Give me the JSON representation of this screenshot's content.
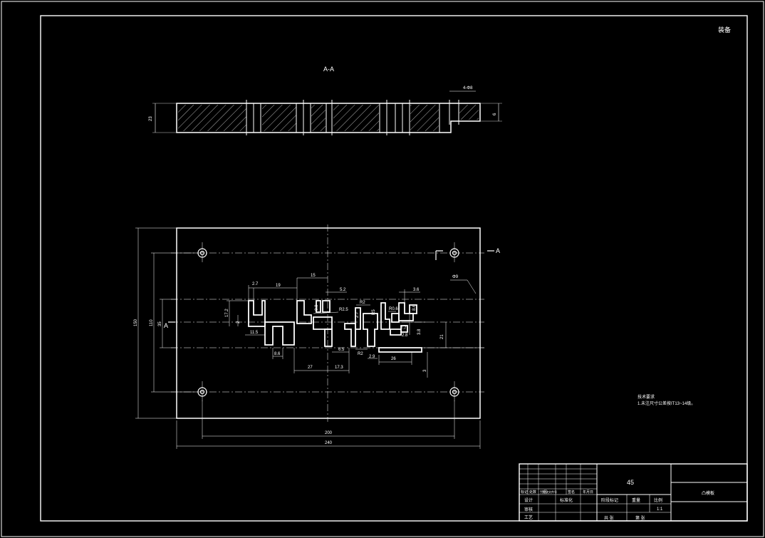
{
  "drawing": {
    "corner_label": "装备",
    "section_title": "A-A",
    "section_view": {
      "height_dim": "23",
      "thin_dim": "6",
      "slot_dim": "4-Φ8"
    },
    "plan_view": {
      "section_marker": "A",
      "dims": {
        "width_inner": "200",
        "width_outer": "240",
        "height_outer": "150",
        "height_mid": "110",
        "height_inner": "35",
        "top_left_a": "2.7",
        "top_left_b": "19",
        "top_mid": "15",
        "top_mid_b": "5.2",
        "top_right_a": "3.6",
        "v_small_a": "R2",
        "v_small_b": "2",
        "v_small_c": "8.6",
        "h_small_a": "2.7",
        "h_small_b": "R5",
        "left_11": "11.5",
        "left_side": "17.2",
        "mid_a": "R2.5",
        "mid_b": "8.8",
        "mid_c": "R0.6",
        "mid_d": "3.8",
        "mid_e": "2.7",
        "mid_f": "2.8",
        "bot_a": "8.6",
        "bot_b": "6.5",
        "bot_c": "R2",
        "bot_d": "2.9",
        "bot_e": "26",
        "bot_f": "27",
        "bot_g": "17.3",
        "right_a": "21",
        "right_b": "3",
        "hole_note": "Φ9"
      }
    },
    "notes": {
      "title": "技术要求",
      "line1": "1.未注尺寸公差按IT13~14级。"
    },
    "title_block": {
      "material": "45",
      "part_name": "凸模板",
      "scale": "1:1",
      "row_labels": [
        "标记",
        "处数",
        "分区",
        "更改文件号",
        "签名",
        "年月日"
      ],
      "design": "设计",
      "check": "审核",
      "approve": "工艺",
      "std": "标准化",
      "stage": "阶段标记",
      "weight": "重量",
      "ratio": "比例",
      "sheets": "共  张",
      "sheet": "第  张"
    }
  }
}
